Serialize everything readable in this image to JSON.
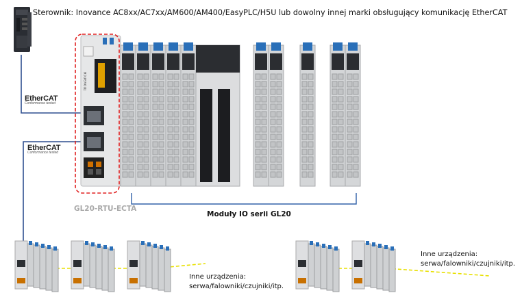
{
  "controller_caption": "Sterownik: Inovance AC8xx/AC7xx/AM600/AM400/EasyPLC/H5U lub dowolny innej marki obsługujący komunikację EtherCAT",
  "coupler_caption": "GL20-RTU-ECTA",
  "modules_caption": "Moduły IO serii GL20",
  "other_devices_1": {
    "line1": "Inne urządzenia:",
    "line2": "serwa/falowniki/czujniki/itp."
  },
  "other_devices_2": {
    "line1": "Inne urządzenia:",
    "line2": "serwa/falowniki/czujniki/itp."
  },
  "ethercat_logo": {
    "text": "EtherCAT",
    "sub": "Conformance tested"
  },
  "coupler_brand": "Inovance",
  "colors": {
    "bus_line": "#2f4f8f",
    "dashed_line": "#e8e000",
    "highlight": "#e02020",
    "bracket": "#3060a8",
    "module_gray": "#d4d6d8",
    "connector_blue": "#2a6fb8"
  }
}
